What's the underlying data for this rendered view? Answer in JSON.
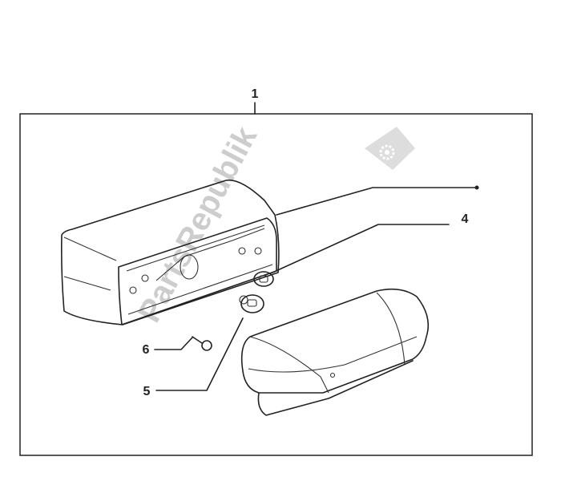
{
  "diagram": {
    "callouts": {
      "assembly": "1",
      "bulb_small": "4",
      "bulb_large": "5",
      "screw": "6"
    },
    "watermark": "PartsRepublik"
  }
}
